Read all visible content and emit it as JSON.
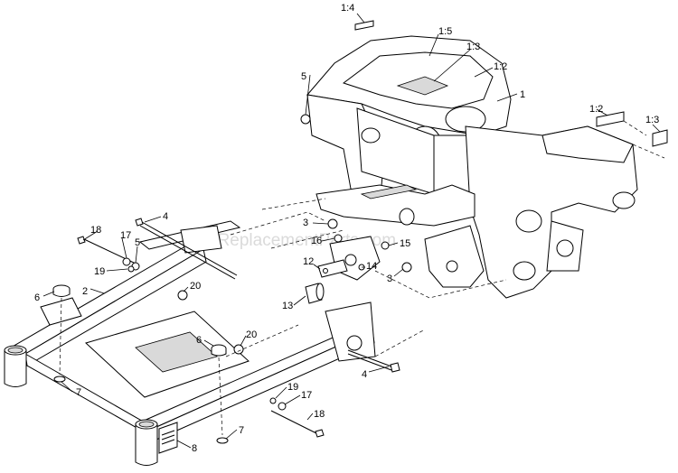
{
  "watermark": "eReplacementParts.com",
  "callouts": {
    "c1_4": "1:4",
    "c1_5": "1:5",
    "c1_3a": "1:3",
    "c1_2a": "1:2",
    "c1": "1",
    "c5a": "5",
    "c1_2b": "1:2",
    "c1_3b": "1:3",
    "c4a": "4",
    "c18a": "18",
    "c17a": "17",
    "c5b": "5",
    "c19a": "19",
    "c3a": "3",
    "c16": "16",
    "c15": "15",
    "c12": "12",
    "c14": "14",
    "c3b": "3",
    "c6a": "6",
    "c2": "2",
    "c20a": "20",
    "c13": "13",
    "c6b": "6",
    "c20b": "20",
    "c7a": "7",
    "c4b": "4",
    "c19b": "19",
    "c17b": "17",
    "c18b": "18",
    "c8": "8",
    "c7b": "7"
  }
}
